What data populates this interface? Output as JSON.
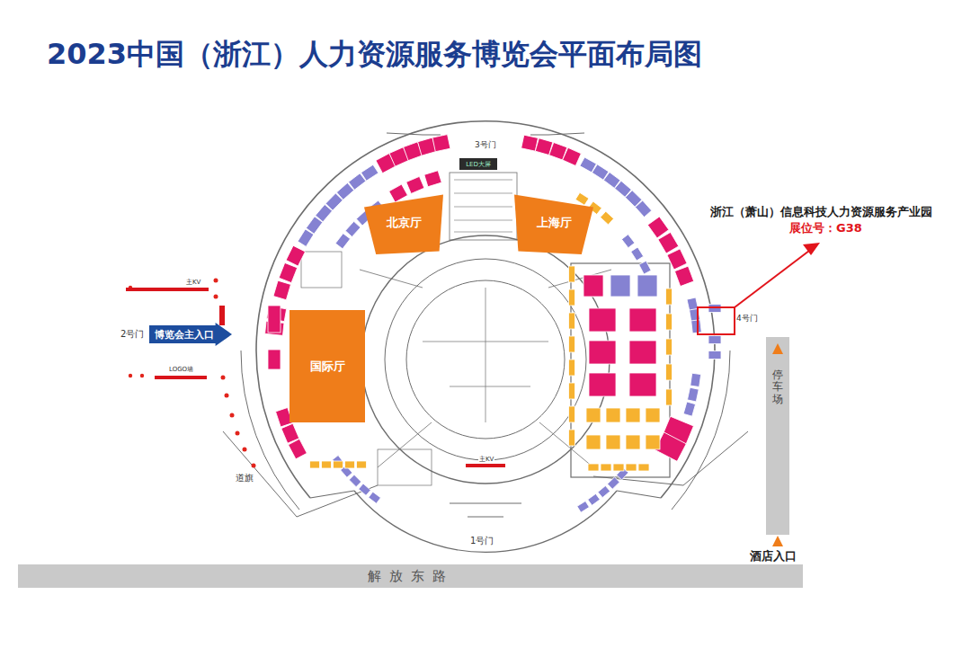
{
  "diagram": {
    "title": "2023中国（浙江）人力资源服务博览会平面布局图",
    "nodes": [
      {
        "text": [
          "北京厅"
        ]
      },
      {
        "text": [
          "上海厅"
        ]
      },
      {
        "text": [
          "LED大屏"
        ]
      },
      {
        "text": [
          "国际厅"
        ]
      },
      {
        "text": [
          "博览会主入口"
        ]
      },
      {
        "text": [
          "解放东路"
        ]
      },
      {
        "text": [
          "停车场"
        ]
      }
    ],
    "labels": [
      "3号门",
      "2号门",
      "1号门",
      "4号门",
      "酒店入口",
      "主KV",
      "主KV",
      "LOGO墙",
      "道旗",
      "浙江（萧山）信息科技人力资源服务产业园",
      "展位号：G38"
    ]
  }
}
